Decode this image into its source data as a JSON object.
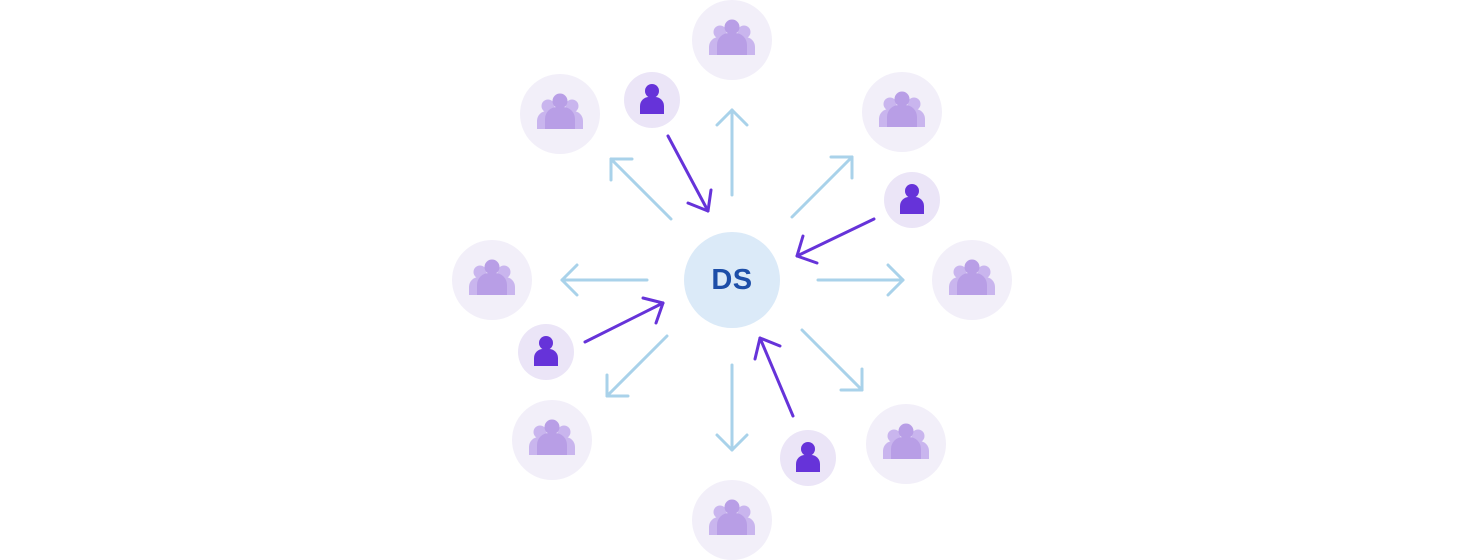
{
  "center": {
    "label": "DS",
    "fill": "#dbeaf8",
    "text_color": "#1d4ea8"
  },
  "colors": {
    "group_circle": "#f2eff9",
    "individual_circle": "#ebe5f7",
    "group_icon": "#b89ee6",
    "group_icon_back": "#c9b5ee",
    "individual_icon": "#6633d9",
    "outgoing_arrow": "#a9d2ea",
    "incoming_arrow": "#6633d9"
  },
  "nodes": {
    "group_count": 8,
    "individual_count": 4,
    "group_icon": "people-group-icon",
    "individual_icon": "person-icon"
  }
}
